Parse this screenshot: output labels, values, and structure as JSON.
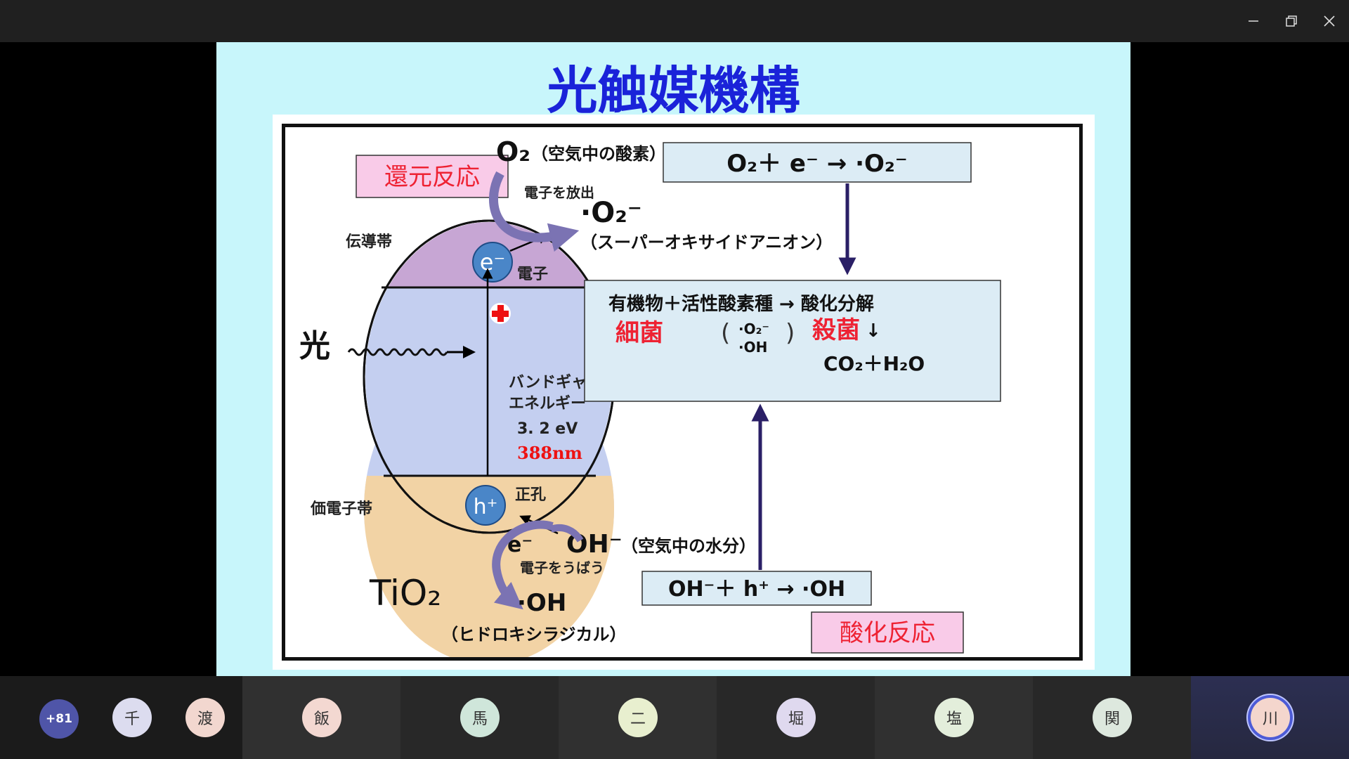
{
  "window": {
    "controls": {
      "minimize": "minimize",
      "restore": "restore",
      "close": "close"
    }
  },
  "slide": {
    "title": "光触媒機構",
    "figure": {
      "reduction_label": "還元反応",
      "oxidation_label": "酸化反応",
      "o2": "O₂",
      "o2_note": "（空気中の酸素）",
      "emit_electron": "電子を放出",
      "superoxide": "·O₂⁻",
      "superoxide_name": "（スーパーオキサイドアニオン）",
      "eq_top": "O₂＋ e⁻ → ·O₂⁻",
      "conduction_band": "伝導帯",
      "electron_symbol": "e⁻",
      "electron_label": "電子",
      "light": "光",
      "bandgap_line1": "バンドギャップ",
      "bandgap_line2": "エネルギー",
      "bandgap_value": "3. 2 eV",
      "wavelength": "388nm",
      "valence_band": "価電子帯",
      "hole_symbol": "h⁺",
      "hole_label": "正孔",
      "tio2": "TiO₂",
      "e_minus": "e⁻",
      "oh_minus": "OH⁻",
      "oh_note": "（空気中の水分）",
      "steal_electron": "電子をうばう",
      "oh_radical": "·OH",
      "oh_radical_name": "（ヒドロキシラジカル）",
      "eq_bottom": "OH⁻＋ h⁺ → ·OH",
      "box_line1": "有機物＋活性酸素種 → 酸化分解",
      "bacteria": "細菌",
      "ros1": "·O₂⁻",
      "ros2": "·OH",
      "sterilize": "殺菌",
      "sterilize_arrow": "↓",
      "products": "CO₂＋H₂O"
    }
  },
  "participants": {
    "more": "+81",
    "list": [
      "千",
      "渡",
      "飯",
      "馬",
      "二",
      "堀",
      "塩",
      "関",
      "川"
    ]
  }
}
